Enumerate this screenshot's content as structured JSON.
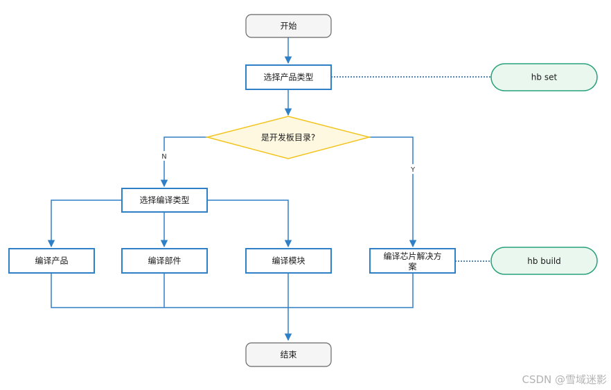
{
  "nodes": {
    "start": "开始",
    "select_product_type": "选择产品类型",
    "is_board_dir": "是开发板目录?",
    "select_build_type": "选择编译类型",
    "build_product": "编译产品",
    "build_component": "编译部件",
    "build_module": "编译模块",
    "build_chip_solution_line1": "编译芯片解决方",
    "build_chip_solution_line2": "案",
    "end": "结束"
  },
  "commands": {
    "hb_set": "hb set",
    "hb_build": "hb build"
  },
  "edge_labels": {
    "no": "N",
    "yes": "Y"
  },
  "watermark": "CSDN @雪域迷影",
  "colors": {
    "line_blue": "#2f7fc6",
    "terminal_fill": "#f5f5f5",
    "terminal_stroke": "#666666",
    "process_stroke": "#2f7fc6",
    "decision_fill": "#fff8e1",
    "decision_stroke": "#f2c31b",
    "command_fill": "#e9f7ef",
    "command_stroke": "#27a07a",
    "dotted_link": "#1f5fa0"
  }
}
